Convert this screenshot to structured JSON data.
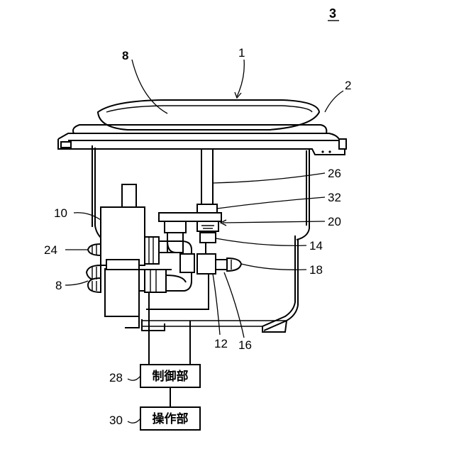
{
  "figure": {
    "number": "3"
  },
  "reference_labels": [
    {
      "id": "label-1",
      "text": "1"
    },
    {
      "id": "label-2",
      "text": "2"
    },
    {
      "id": "label-8-top",
      "text": "8"
    },
    {
      "id": "label-10",
      "text": "10"
    },
    {
      "id": "label-24",
      "text": "24"
    },
    {
      "id": "label-8-left",
      "text": "8"
    },
    {
      "id": "label-26",
      "text": "26"
    },
    {
      "id": "label-32",
      "text": "32"
    },
    {
      "id": "label-20",
      "text": "20"
    },
    {
      "id": "label-14",
      "text": "14"
    },
    {
      "id": "label-18",
      "text": "18"
    },
    {
      "id": "label-12",
      "text": "12"
    },
    {
      "id": "label-16",
      "text": "16"
    },
    {
      "id": "label-28",
      "text": "28"
    },
    {
      "id": "label-30",
      "text": "30"
    }
  ],
  "blocks": {
    "control_unit": {
      "label": "制御部",
      "ref": "28"
    },
    "operation_unit": {
      "label": "操作部",
      "ref": "30"
    }
  }
}
